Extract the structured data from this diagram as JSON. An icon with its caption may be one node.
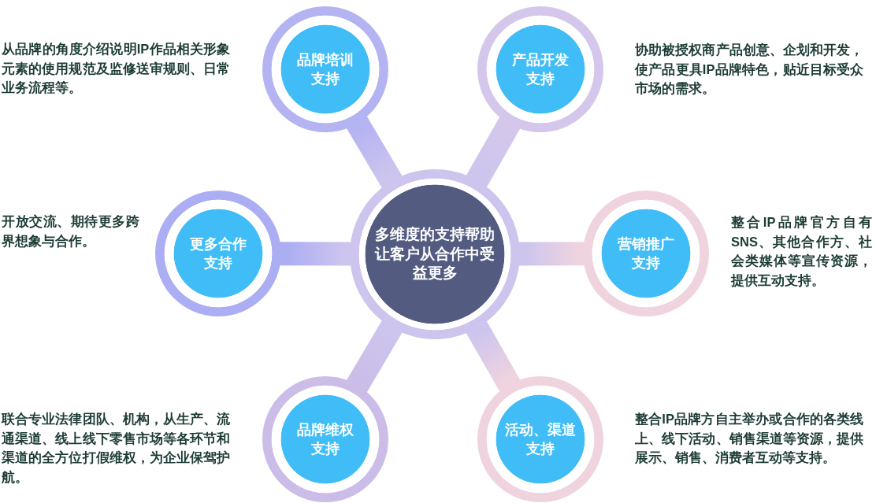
{
  "diagram": {
    "nodes": [
      {
        "text": [
          "品牌培训支持"
        ],
        "beside": [
          "从品牌的角度介绍说明IP作品相关形象元素的使用规范及监修送审规则、日常业务流程等。"
        ]
      },
      {
        "text": [
          "产品开发支持"
        ],
        "beside": [
          "协助被授权商产品创意、企划和开发，使产品更具IP品牌特色，贴近目标受众市场的需求。"
        ]
      },
      {
        "text": [
          "更多合作支持"
        ],
        "beside": [
          "开放交流、期待更多跨界想象与合作。"
        ]
      },
      {
        "text": [
          "多维度的支持帮助让客户从合作中受益更多"
        ]
      },
      {
        "text": [
          "营销推广支持"
        ],
        "beside": [
          "整合IP品牌官方自有SNS、其他合作方、社会类媒体等宣传资源，提供互动支持。"
        ]
      },
      {
        "text": [
          "品牌维权支持"
        ],
        "beside": [
          "联合专业法律团队、机构，从生产、流通渠道、线上线下零售市场等各环节和渠道的全方位打假维权，为企业保驾护航。"
        ]
      },
      {
        "text": [
          "活动、渠道支持"
        ],
        "beside": [
          "整合IP品牌方自主举办或合作的各类线上、线下活动、销售渠道等资源，提供展示、销售、消费者互动等支持。"
        ]
      }
    ],
    "edges": [
      {
        "from": 3,
        "to": 0,
        "arrow": "none"
      },
      {
        "from": 3,
        "to": 1,
        "arrow": "none"
      },
      {
        "from": 3,
        "to": 2,
        "arrow": "none"
      },
      {
        "from": 3,
        "to": 4,
        "arrow": "none"
      },
      {
        "from": 3,
        "to": 5,
        "arrow": "none"
      },
      {
        "from": 3,
        "to": 6,
        "arrow": "none"
      }
    ]
  }
}
